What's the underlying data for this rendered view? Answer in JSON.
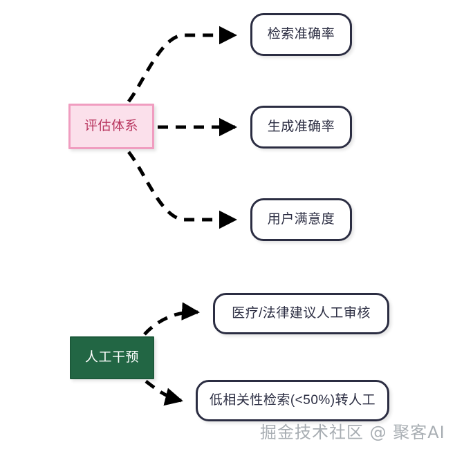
{
  "diagram": {
    "type": "flowchart",
    "nodes": [
      {
        "id": "eval",
        "label": "评估体系",
        "style": "pink-rect",
        "fill": "#fbe0eb",
        "border": "#f09dc0",
        "text_color": "#b8365f"
      },
      {
        "id": "retrieval",
        "label": "检索准确率",
        "style": "rounded-rect",
        "fill": "#ffffff",
        "border": "#2b2d42",
        "text_color": "#2b2d42"
      },
      {
        "id": "generate",
        "label": "生成准确率",
        "style": "rounded-rect",
        "fill": "#ffffff",
        "border": "#2b2d42",
        "text_color": "#2b2d42"
      },
      {
        "id": "satisfy",
        "label": "用户满意度",
        "style": "rounded-rect",
        "fill": "#ffffff",
        "border": "#2b2d42",
        "text_color": "#2b2d42"
      },
      {
        "id": "human",
        "label": "人工干预",
        "style": "green-rect",
        "fill": "#226644",
        "border": "#1d5a3b",
        "text_color": "#ffffff"
      },
      {
        "id": "review",
        "label": "医疗/法律建议人工审核",
        "style": "rounded-rect",
        "fill": "#ffffff",
        "border": "#2b2d42",
        "text_color": "#2b2d42"
      },
      {
        "id": "lowrel",
        "label": "低相关性检索(<50%)转人工",
        "style": "rounded-rect",
        "fill": "#ffffff",
        "border": "#2b2d42",
        "text_color": "#2b2d42"
      }
    ],
    "edges": [
      {
        "from": "eval",
        "to": "retrieval",
        "style": "dashed",
        "arrow": "triangle",
        "color": "#000000"
      },
      {
        "from": "eval",
        "to": "generate",
        "style": "dashed",
        "arrow": "triangle",
        "color": "#000000"
      },
      {
        "from": "eval",
        "to": "satisfy",
        "style": "dashed",
        "arrow": "triangle",
        "color": "#000000"
      },
      {
        "from": "human",
        "to": "review",
        "style": "dashed",
        "arrow": "triangle",
        "color": "#000000"
      },
      {
        "from": "human",
        "to": "lowrel",
        "style": "dashed",
        "arrow": "triangle",
        "color": "#000000"
      }
    ]
  },
  "watermark": {
    "text": "掘金技术社区 @ 聚客AI"
  }
}
